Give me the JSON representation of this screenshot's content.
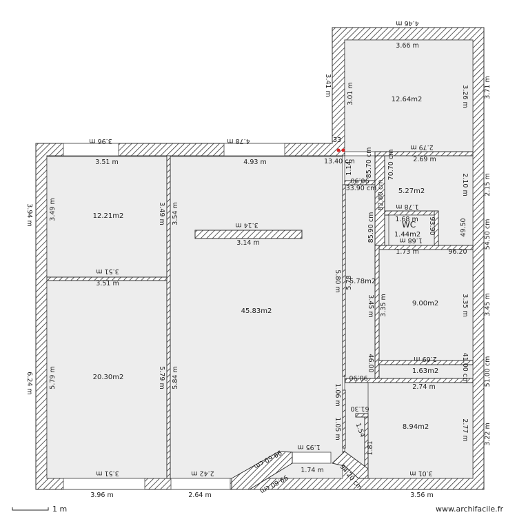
{
  "rooms": [
    {
      "id": "bedroom-top",
      "area": "12.21m2"
    },
    {
      "id": "bedroom-bottom",
      "area": "20.30m2"
    },
    {
      "id": "living",
      "area": "45.83m2"
    },
    {
      "id": "room-top-right",
      "area": "12.64m2"
    },
    {
      "id": "room-right-upper",
      "area": "5.27m2"
    },
    {
      "id": "wc",
      "label": "WC",
      "area": "1.44m2"
    },
    {
      "id": "corridor",
      "area": "5.78m2"
    },
    {
      "id": "room-right-mid",
      "area": "9.00m2"
    },
    {
      "id": "closet",
      "area": "1.63m2"
    },
    {
      "id": "room-right-bottom",
      "area": "8.94m2"
    }
  ],
  "dims": {
    "top_left_outer": "3.96 m",
    "top_mid_outer": "4.78 m",
    "top_right_outer": "4.46 m",
    "bedroom_top_w": "3.51 m",
    "bedroom_top_h": "3.49 m",
    "bedroom_top_h2": "3.49 m",
    "bedroom_top_bottom": "3.51 m",
    "bedroom_bottom_top": "3.51 m",
    "bedroom_bottom_h": "5.79 m",
    "bedroom_bottom_h2": "5.79 m",
    "bedroom_bottom_bottom_in": "3.51 m",
    "bottom_left_outer": "3.96 m",
    "left_outer_top": "3.94 m",
    "left_outer_bottom": "6.24 m",
    "living_w": "4.93 m",
    "living_left_top": "3.54 m",
    "living_left_bottom": "5.84 m",
    "living_right": "5.80 m",
    "partition_top": "3.14 m",
    "partition_bottom": "3.14 m",
    "living_bottom_in": "2.42 m",
    "living_bottom_outer": "2.64 m",
    "door_w": "1.95 m",
    "door_w_out": "1.74 m",
    "diag_in": "99.60 cm",
    "diag_out": "99.60 cm",
    "diag_right": "94.20 cm",
    "hall_top": "13.40 cm",
    "hall_top_h": "33",
    "right_top_w": "3.66 m",
    "right_top_h": "3.01 m",
    "right_top_h2": "3.26 m",
    "right_outer_top": "3.71 m",
    "right_outer_left": "3.41 m",
    "r2_top_out": "2.79 m",
    "r2_top": "2.69 m",
    "r2_h": "2.10 m",
    "r2_out": "2.15 m",
    "r2_left_a": "85.70 cm",
    "r2_left_b": "70.70 cm",
    "r2_left_c": "82.80 cm",
    "r2_left_d": "85.90 cm",
    "r2_left_e": "1.14",
    "corr_90": "90.90",
    "corr_33": "33.90 cm",
    "wc_top_out": "1.78 m",
    "wc_top": "1.68 m",
    "wc_bot": "1.68 m",
    "wc_side": "93.90",
    "wc_side2": "49.50",
    "right_outer_mid": "54.50 cm",
    "corr_right": "96.20",
    "r3_top": "1.73 m",
    "corridor_h": "5.78",
    "r3_h": "3.35 m",
    "r3_h2": "3.35 m",
    "r3_left": "3.45 m",
    "r3_out": "3.45 m",
    "closet_top": "2.69 m",
    "closet_bot": "2.74 m",
    "closet_side": "46.00",
    "closet_side2": "41.00 cm",
    "closet_out": "51.00 cm",
    "corr_lower_a": "90.90",
    "corr_lower_b": "1.06 m",
    "corr_lower_c": "1.05 m",
    "corr_lower_d": "61.30",
    "corr_lower_e": "1.54",
    "r4_h": "2.77 m",
    "r4_h2": "1.81",
    "r4_out": "3.22 m",
    "r4_bottom_in": "3.01 m",
    "r4_bottom_out": "3.56 m"
  },
  "footer": {
    "scale": "1 m",
    "watermark": "www.archifacile.fr"
  }
}
